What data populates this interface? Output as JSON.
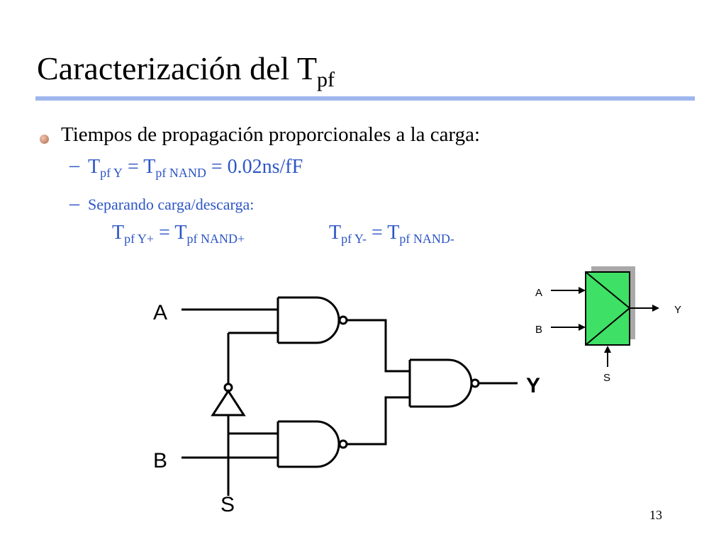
{
  "title": {
    "main": "Caracterización del T",
    "sub": "pf"
  },
  "bullets": [
    {
      "text": "Tiempos de propagación proporcionales a la carga:",
      "subitems": [
        {
          "dash": "–",
          "parts": [
            "T",
            "pf Y",
            " = T",
            "pf NAND",
            " = 0.02ns/fF"
          ]
        },
        {
          "dash": "–",
          "text": "Separando carga/descarga:"
        }
      ]
    }
  ],
  "equations": [
    {
      "parts": [
        "T",
        "pf Y+",
        " = T",
        "pf NAND+"
      ]
    },
    {
      "parts": [
        "T",
        "pf Y-",
        " = T",
        "pf NAND-"
      ]
    }
  ],
  "circuit": {
    "input_a": "A",
    "input_b": "B",
    "select": "S",
    "output": "Y"
  },
  "mux_symbol": {
    "input_a": "A",
    "input_b": "B",
    "select": "S",
    "output": "Y",
    "fill_color": "#3ee065",
    "shadow_color": "#a9a9a9"
  },
  "colors": {
    "accent": "#2d55c6",
    "rule": "#9fb6ee"
  },
  "page_number": "13"
}
